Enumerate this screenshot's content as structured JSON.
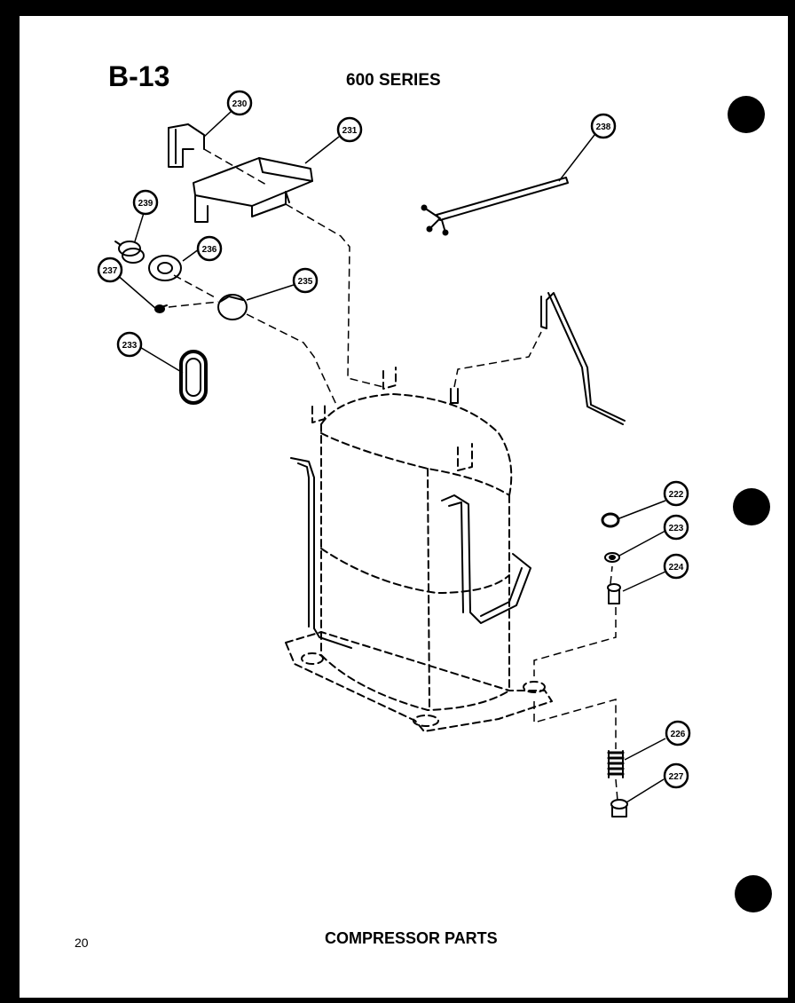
{
  "header": {
    "sheet_code": "B-13",
    "series": "600 SERIES"
  },
  "footer": {
    "page_number": "20",
    "caption": "COMPRESSOR PARTS"
  },
  "callouts": [
    {
      "id": "c230",
      "label": "230"
    },
    {
      "id": "c231",
      "label": "231"
    },
    {
      "id": "c238",
      "label": "238"
    },
    {
      "id": "c239",
      "label": "239"
    },
    {
      "id": "c236",
      "label": "236"
    },
    {
      "id": "c237",
      "label": "237"
    },
    {
      "id": "c235",
      "label": "235"
    },
    {
      "id": "c233",
      "label": "233"
    },
    {
      "id": "c222",
      "label": "222"
    },
    {
      "id": "c223",
      "label": "223"
    },
    {
      "id": "c224",
      "label": "224"
    },
    {
      "id": "c226",
      "label": "226"
    },
    {
      "id": "c227",
      "label": "227"
    }
  ],
  "colors": {
    "ink": "#000000",
    "paper": "#ffffff",
    "border": "#000000"
  }
}
